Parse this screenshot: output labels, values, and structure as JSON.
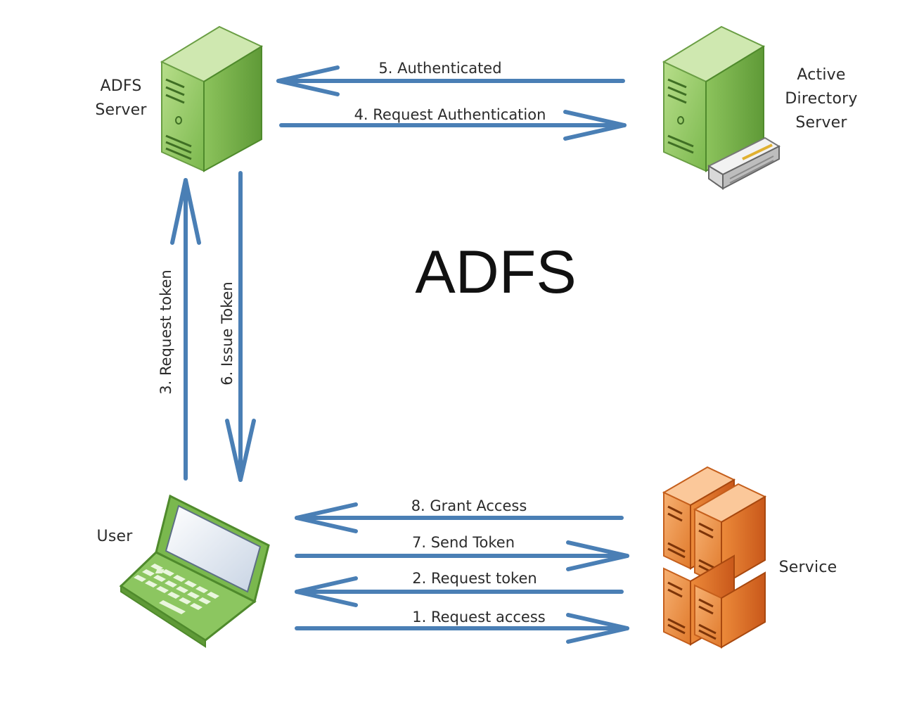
{
  "title": "ADFS",
  "nodes": {
    "adfs_server": {
      "label": [
        "ADFS",
        "Server"
      ],
      "icon": "green-server-tower-icon"
    },
    "active_directory_server": {
      "label": [
        "Active",
        "Directory",
        "Server"
      ],
      "icon": "green-server-with-drive-icon"
    },
    "user": {
      "label": [
        "User"
      ],
      "icon": "laptop-icon"
    },
    "service": {
      "label": [
        "Service"
      ],
      "icon": "orange-server-cluster-icon"
    }
  },
  "flows": {
    "f1": "1. Request access",
    "f2": "2. Request token",
    "f3": "3. Request token",
    "f4": "4. Request Authentication",
    "f5": "5. Authenticated",
    "f6": "6. Issue Token",
    "f7": "7. Send Token",
    "f8": "8. Grant Access"
  },
  "colors": {
    "arrow": "#4a7fb5",
    "server_green_light": "#a8d47a",
    "server_green_dark": "#6da544",
    "service_orange_light": "#f4a25a",
    "service_orange_dark": "#d8651c",
    "laptop_green": "#8cc660",
    "text": "#2b2b2b"
  }
}
